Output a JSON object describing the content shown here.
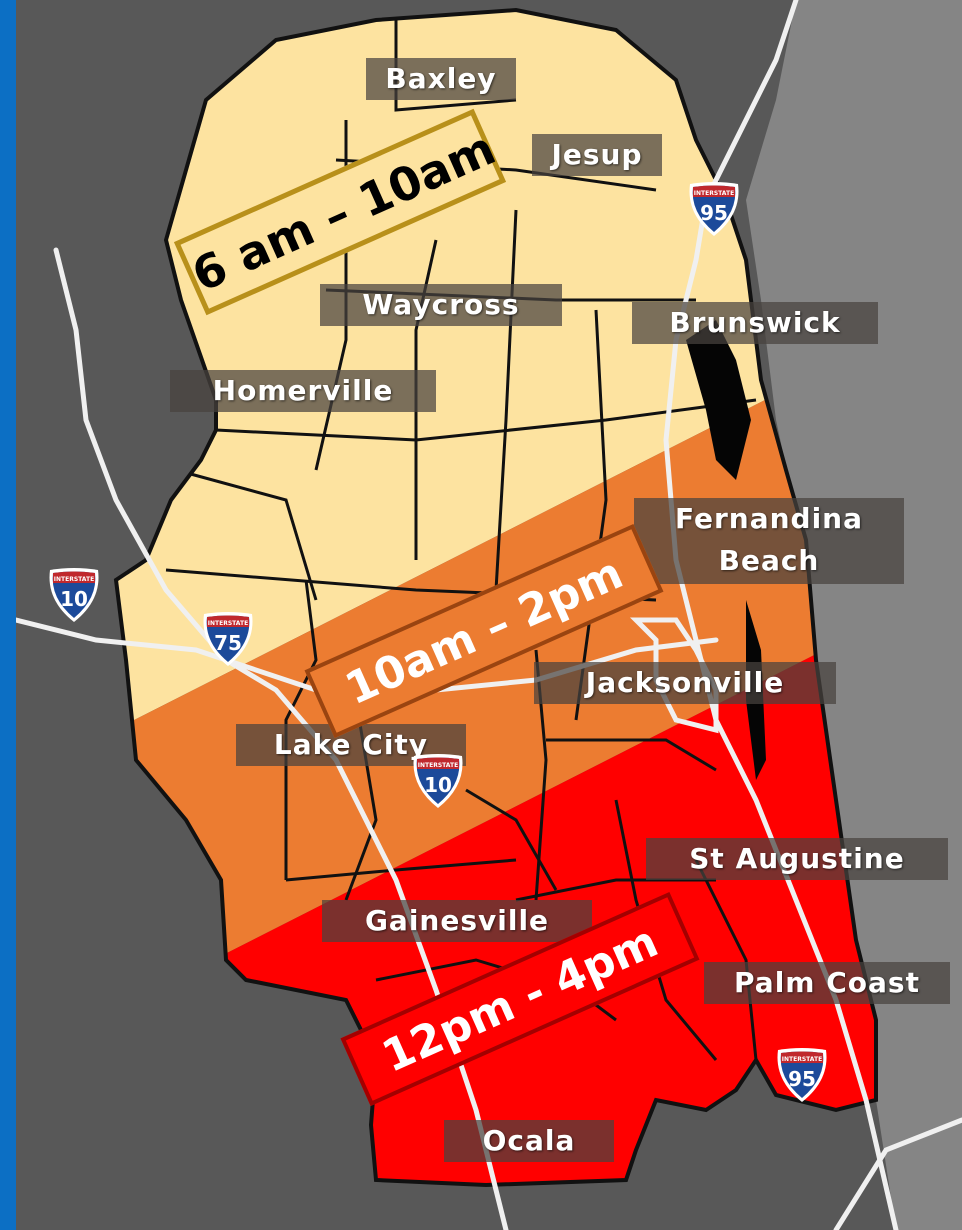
{
  "colors": {
    "ocean": "#0c6fc4",
    "band_early": "#fde3a0",
    "band_mid": "#ec7c31",
    "band_late": "#ff0000",
    "interstate_blue": "#1c4a9a",
    "interstate_red": "#c0282d"
  },
  "time_bands": [
    {
      "label": "6 am – 10am",
      "color": "#fde3a0"
    },
    {
      "label": "10am – 2pm",
      "color": "#ec7c31"
    },
    {
      "label": "12pm - 4pm",
      "color": "#ff0000"
    }
  ],
  "cities": {
    "baxley": "Baxley",
    "jesup": "Jesup",
    "waycross": "Waycross",
    "brunswick": "Brunswick",
    "homerville": "Homerville",
    "fernandina_1": "Fernandina",
    "fernandina_2": "Beach",
    "jacksonville": "Jacksonville",
    "lake_city": "Lake City",
    "st_augustine": "St Augustine",
    "gainesville": "Gainesville",
    "palm_coast": "Palm Coast",
    "ocala": "Ocala"
  },
  "interstates": {
    "header": "INTERSTATE",
    "i95_north": "95",
    "i10_west": "10",
    "i75": "75",
    "i10_mid": "10",
    "i95_south": "95"
  },
  "icons": {
    "shield": "interstate-shield-icon"
  }
}
